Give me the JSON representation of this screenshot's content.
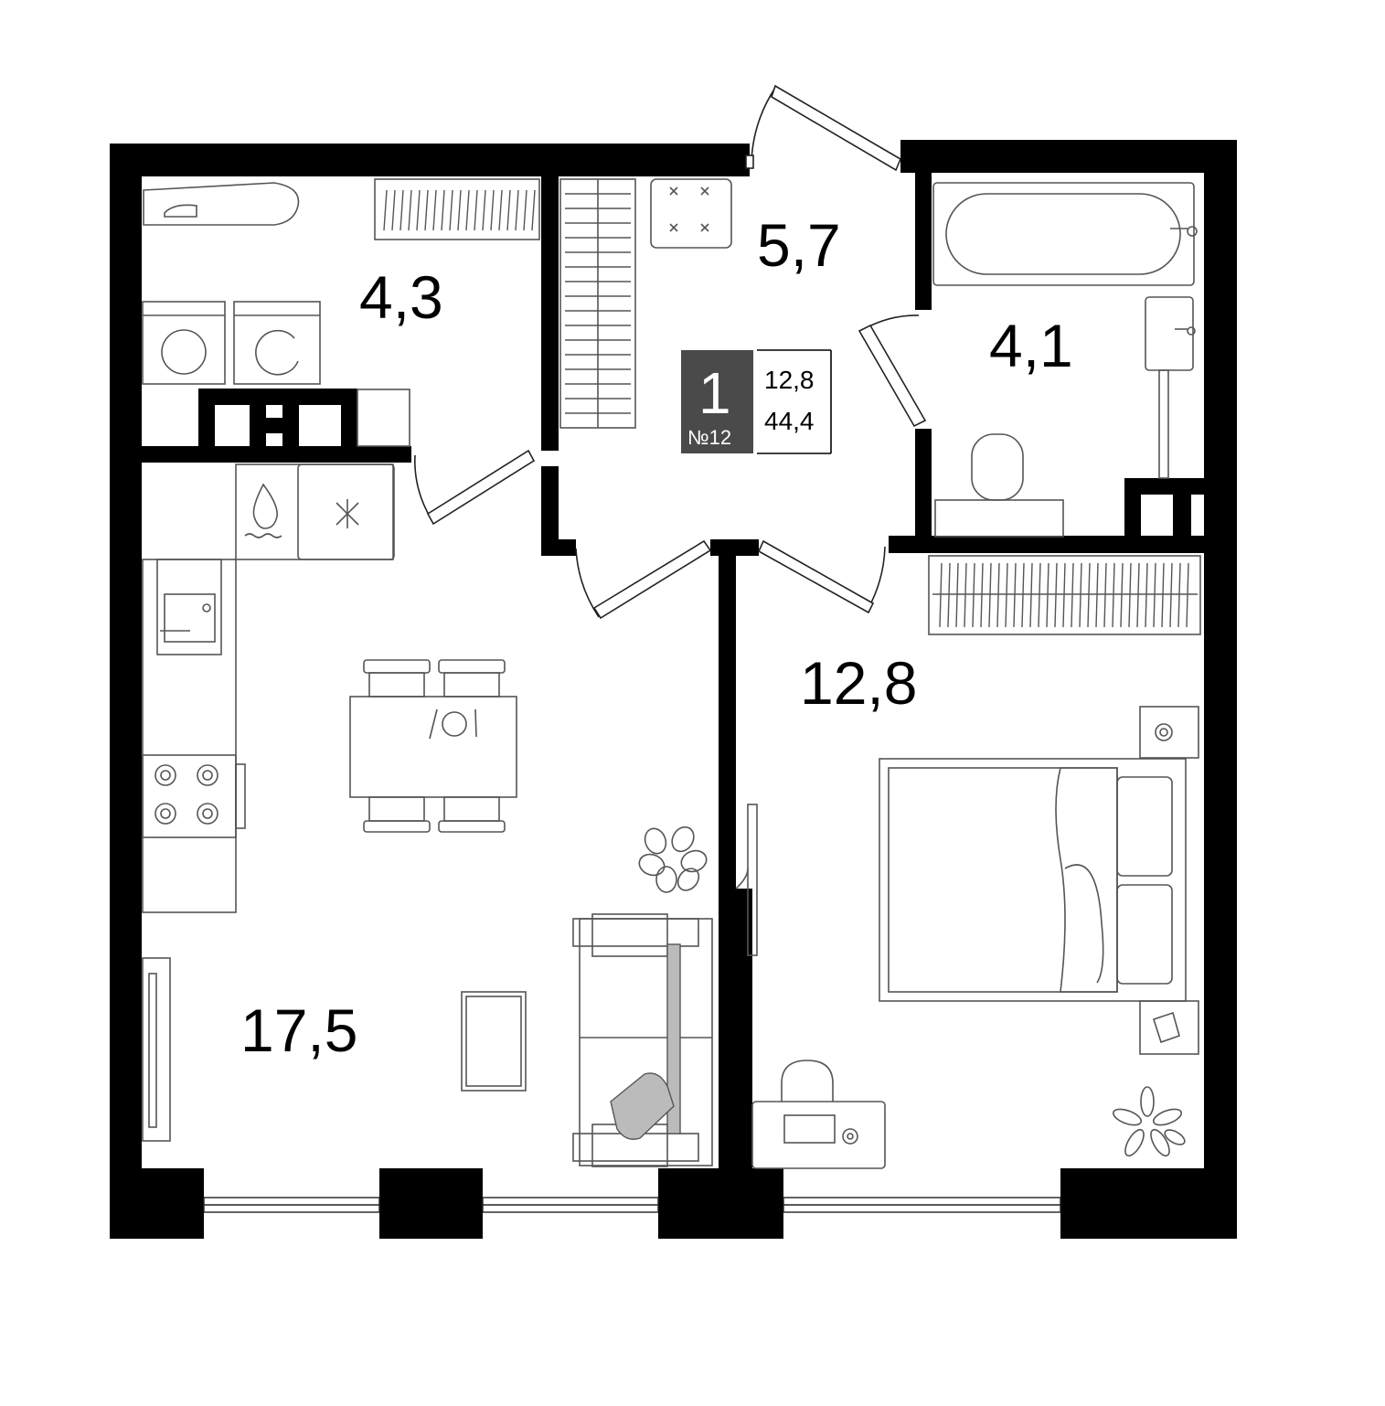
{
  "rooms": {
    "laundry": {
      "area": "4,3"
    },
    "hall": {
      "area": "5,7"
    },
    "bathroom": {
      "area": "4,1"
    },
    "bedroom": {
      "area": "12,8"
    },
    "living": {
      "area": "17,5"
    }
  },
  "apartment_info": {
    "rooms_count": "1",
    "number": "№12",
    "living_area": "12,8",
    "total_area": "44,4"
  },
  "colors": {
    "wall": "#000000",
    "badge": "#4a4a4a",
    "furniture_stroke": "#555555",
    "accent_fill": "#bbbbbb"
  }
}
